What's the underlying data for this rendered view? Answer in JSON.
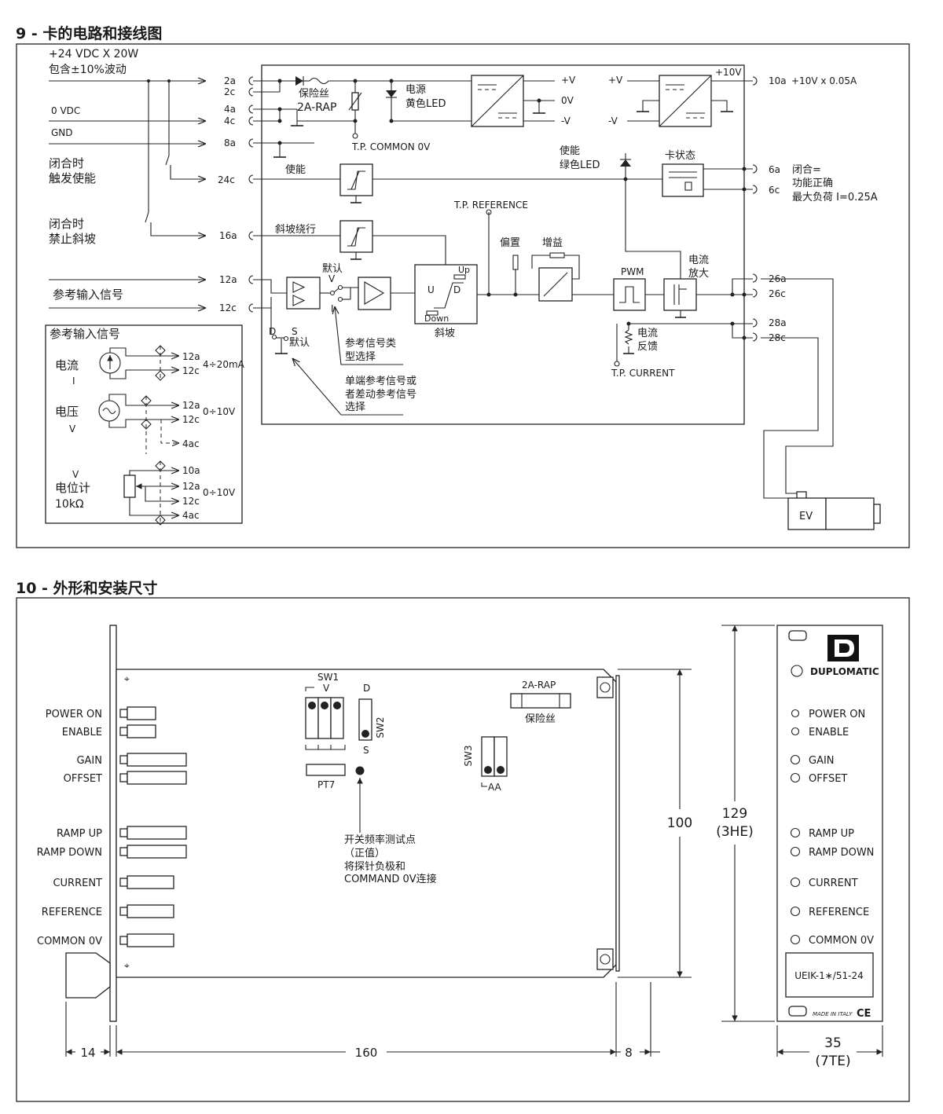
{
  "section9": {
    "heading": "9 - 卡的电路和接线图",
    "supply": {
      "line1": "+24 VDC X 20W",
      "line2": "包含±10%波动",
      "zero": "0 VDC",
      "gnd": "GND"
    },
    "enable_in": {
      "line1": "闭合时",
      "line2": "触发使能"
    },
    "ramp_in": {
      "line1": "闭合时",
      "line2": "禁止斜坡"
    },
    "ref_in": "参考输入信号",
    "pins_left": [
      "2a",
      "2c",
      "4a",
      "4c",
      "8a",
      "24c",
      "16a",
      "12a",
      "12c"
    ],
    "pins_right": [
      "10a",
      "6a",
      "6c",
      "26a",
      "26c",
      "28a",
      "28c"
    ],
    "fuse": {
      "line1": "保险丝",
      "line2": "2A-RAP"
    },
    "power_led": {
      "line1": "电源",
      "line2": "黄色LED"
    },
    "tp_common": "T.P. COMMON 0V",
    "tp_reference": "T.P. REFERENCE",
    "tp_current": "T.P. CURRENT",
    "vplus": "+V",
    "vzero": "0V",
    "vminus": "-V",
    "ten_v": "+10V",
    "ten_v_out": "+10V x 0.05A",
    "enable_label": "使能",
    "enable_led": {
      "line1": "使能",
      "line2": "绿色LED"
    },
    "card_status": "卡状态",
    "status_out": {
      "line1": "闭合=",
      "line2": "功能正确",
      "line3": "最大负荷 I=0.25A"
    },
    "ramp_bypass": "斜坡绕行",
    "default_label": "默认",
    "sw_v": "V",
    "sw_i": "I",
    "sw_d": "D",
    "sw_s": "S",
    "ramp": {
      "up": "Up",
      "u": "U",
      "d": "D",
      "down": "Down",
      "label": "斜坡"
    },
    "offset": "偏置",
    "gain": "增益",
    "pwm": "PWM",
    "current_amp": {
      "line1": "电流",
      "line2": "放大"
    },
    "current_fb": {
      "line1": "电流",
      "line2": "反馈"
    },
    "ref_type_note": {
      "line1": "参考信号类",
      "line2": "型选择"
    },
    "diff_note": {
      "line1": "单端参考信号或",
      "line2": "者差动参考信号",
      "line3": "选择"
    },
    "ev": "EV",
    "inset": {
      "title": "参考输入信号",
      "current": {
        "label": "电流",
        "sym": "I",
        "range": "4÷20mA"
      },
      "voltage": {
        "label": "电压",
        "sym": "V",
        "range": "0÷10V"
      },
      "pot": {
        "sym": "V",
        "label": "电位计",
        "value": "10kΩ",
        "range": "0÷10V"
      },
      "pins_current": [
        "12a",
        "12c"
      ],
      "pins_voltage": [
        "12a",
        "12c",
        "4ac"
      ],
      "pins_pot": [
        "10a",
        "12a",
        "12c",
        "4ac"
      ]
    }
  },
  "section10": {
    "heading": "10 - 外形和安装尺寸",
    "left_labels": [
      "POWER ON",
      "ENABLE",
      "GAIN",
      "OFFSET",
      "RAMP UP",
      "RAMP DOWN",
      "CURRENT",
      "REFERENCE",
      "COMMON 0V"
    ],
    "sw1": "SW1",
    "sw1_v": "V",
    "sw2": "SW2",
    "sw2_d": "D",
    "sw2_s": "S",
    "sw3": "SW3",
    "sw3_aa": "AA",
    "pt7": "PT7",
    "fuse": {
      "line1": "2A-RAP",
      "line2": "保险丝"
    },
    "test_note": {
      "line1": "开关频率测试点",
      "line2": "（正值）",
      "line3": "将探针负极和",
      "line4": "COMMAND 0V连接"
    },
    "dims": {
      "w14": "14",
      "w160": "160",
      "w8": "8",
      "h100": "100",
      "h129": "129",
      "h3he": "(3HE)",
      "w35": "35",
      "w7te": "(7TE)"
    },
    "panel": {
      "brand": "DUPLOMATIC",
      "labels": [
        "POWER ON",
        "ENABLE",
        "GAIN",
        "OFFSET",
        "RAMP UP",
        "RAMP DOWN",
        "CURRENT",
        "REFERENCE",
        "COMMON 0V"
      ],
      "model": "UEIK-1∗/51-24",
      "made_in": "MADE IN ITALY",
      "ce": "CE"
    }
  }
}
